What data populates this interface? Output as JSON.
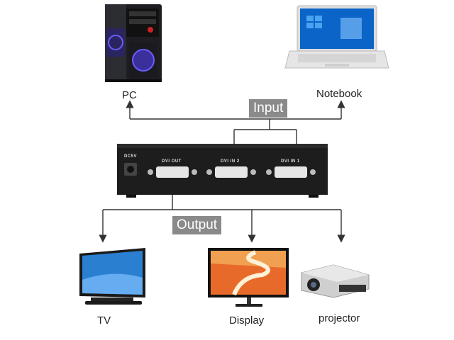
{
  "devices": {
    "pc": "PC",
    "notebook": "Notebook",
    "tv": "TV",
    "display": "Display",
    "projector": "projector"
  },
  "labels": {
    "input": "Input",
    "output": "Output"
  },
  "splitter": {
    "power": "DC5V",
    "dvi_out": "DVI OUT",
    "dvi_in2": "DVI IN 2",
    "dvi_in1": "DVI IN 1"
  }
}
